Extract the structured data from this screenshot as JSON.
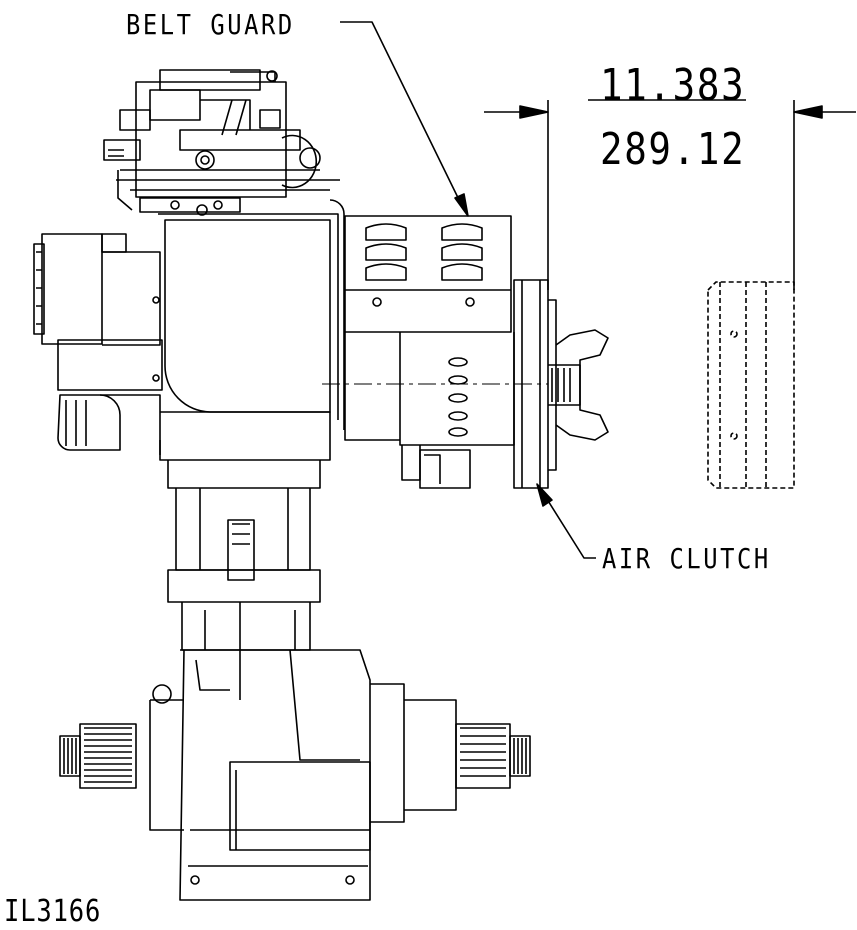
{
  "callouts": {
    "belt_guard": "BELT GUARD",
    "air_clutch": "AIR CLUTCH"
  },
  "dimension": {
    "inches": "11.383",
    "millimeters": "289.12"
  },
  "drawing_id": "IL3166"
}
